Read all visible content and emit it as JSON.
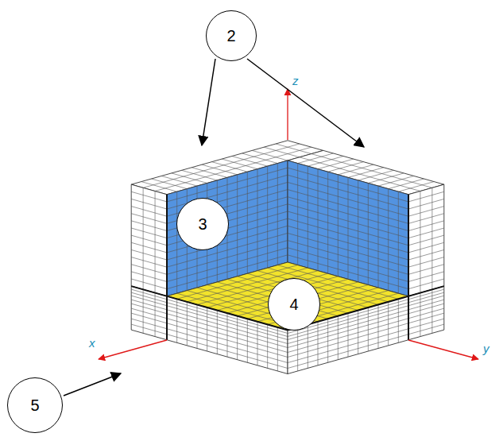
{
  "diagram": {
    "nodes": [
      {
        "text": [
          "2"
        ]
      },
      {
        "text": [
          "3"
        ]
      },
      {
        "text": [
          "4"
        ]
      },
      {
        "text": [
          "5"
        ]
      }
    ],
    "labels": [
      "z",
      "x",
      "y"
    ]
  }
}
